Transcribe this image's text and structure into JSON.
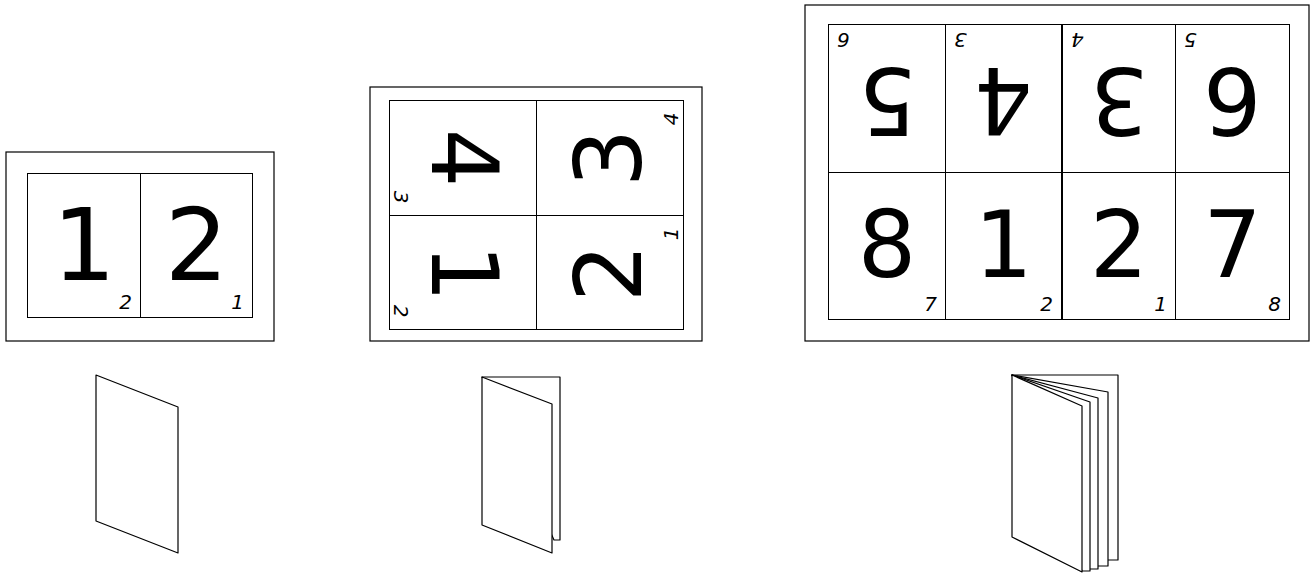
{
  "diagram": {
    "nodes": [
      {
        "text": [
          "1",
          "2"
        ]
      },
      {
        "text": [
          "2",
          "1"
        ]
      },
      {
        "text": [
          "4",
          "3"
        ]
      },
      {
        "text": [
          "3",
          "4"
        ]
      },
      {
        "text": [
          "1",
          "2"
        ]
      },
      {
        "text": [
          "2",
          "1"
        ]
      },
      {
        "text": [
          "5",
          "6"
        ]
      },
      {
        "text": [
          "4",
          "3"
        ]
      },
      {
        "text": [
          "3",
          "4"
        ]
      },
      {
        "text": [
          "6",
          "5"
        ]
      },
      {
        "text": [
          "8",
          "7"
        ]
      },
      {
        "text": [
          "1",
          "2"
        ]
      },
      {
        "text": [
          "2",
          "1"
        ]
      },
      {
        "text": [
          "7",
          "8"
        ]
      }
    ]
  }
}
